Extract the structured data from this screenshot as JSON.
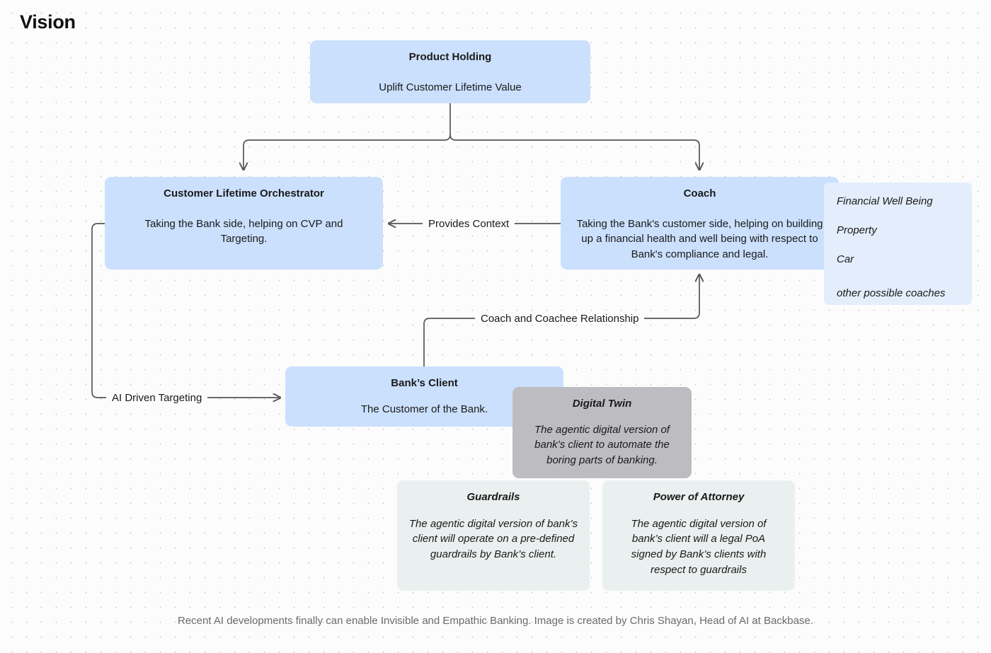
{
  "page": {
    "title": "Vision",
    "caption": "Recent AI developments finally can enable Invisible and Empathic Banking. Image is created by Chris Shayan, Head of AI at Backbase.",
    "colors": {
      "background": "#fcfcfc",
      "node_blue": "#cbe0fd",
      "node_gray": "#bdbdc1",
      "node_pale": "#eaf0ef",
      "panel_light_blue": "#e3edfc",
      "edge_stroke": "#565656",
      "caption_text": "#6b6b6b"
    }
  },
  "nodes": {
    "product_holding": {
      "title": "Product Holding",
      "description": "Uplift Customer Lifetime Value"
    },
    "orchestrator": {
      "title": "Customer Lifetime Orchestrator",
      "description": "Taking the Bank side, helping on CVP and Targeting."
    },
    "coach": {
      "title": "Coach",
      "description": "Taking the Bank's customer side, helping on building up a financial health and well being with respect to Bank's compliance and legal."
    },
    "bank_client": {
      "title": "Bank’s Client",
      "description": "The Customer of the Bank."
    },
    "digital_twin": {
      "title": "Digital Twin",
      "description": "The agentic digital version of bank’s client to automate the boring parts of banking."
    },
    "guardrails": {
      "title": "Guardrails",
      "description": "The agentic digital version of bank’s client will operate on a pre-defined guardrails by Bank’s client."
    },
    "power_of_attorney": {
      "title": "Power of Attorney",
      "description": "The agentic digital version of bank’s client will a legal PoA signed by Bank’s clients with respect to guardrails"
    }
  },
  "coach_types": {
    "items": [
      "Financial Well Being",
      "Property",
      "Car",
      "other possible coaches"
    ]
  },
  "edges": {
    "provides_context": "Provides Context",
    "coach_and_coachee": "Coach and Coachee Relationship",
    "ai_driven_targeting": "AI Driven Targeting"
  }
}
